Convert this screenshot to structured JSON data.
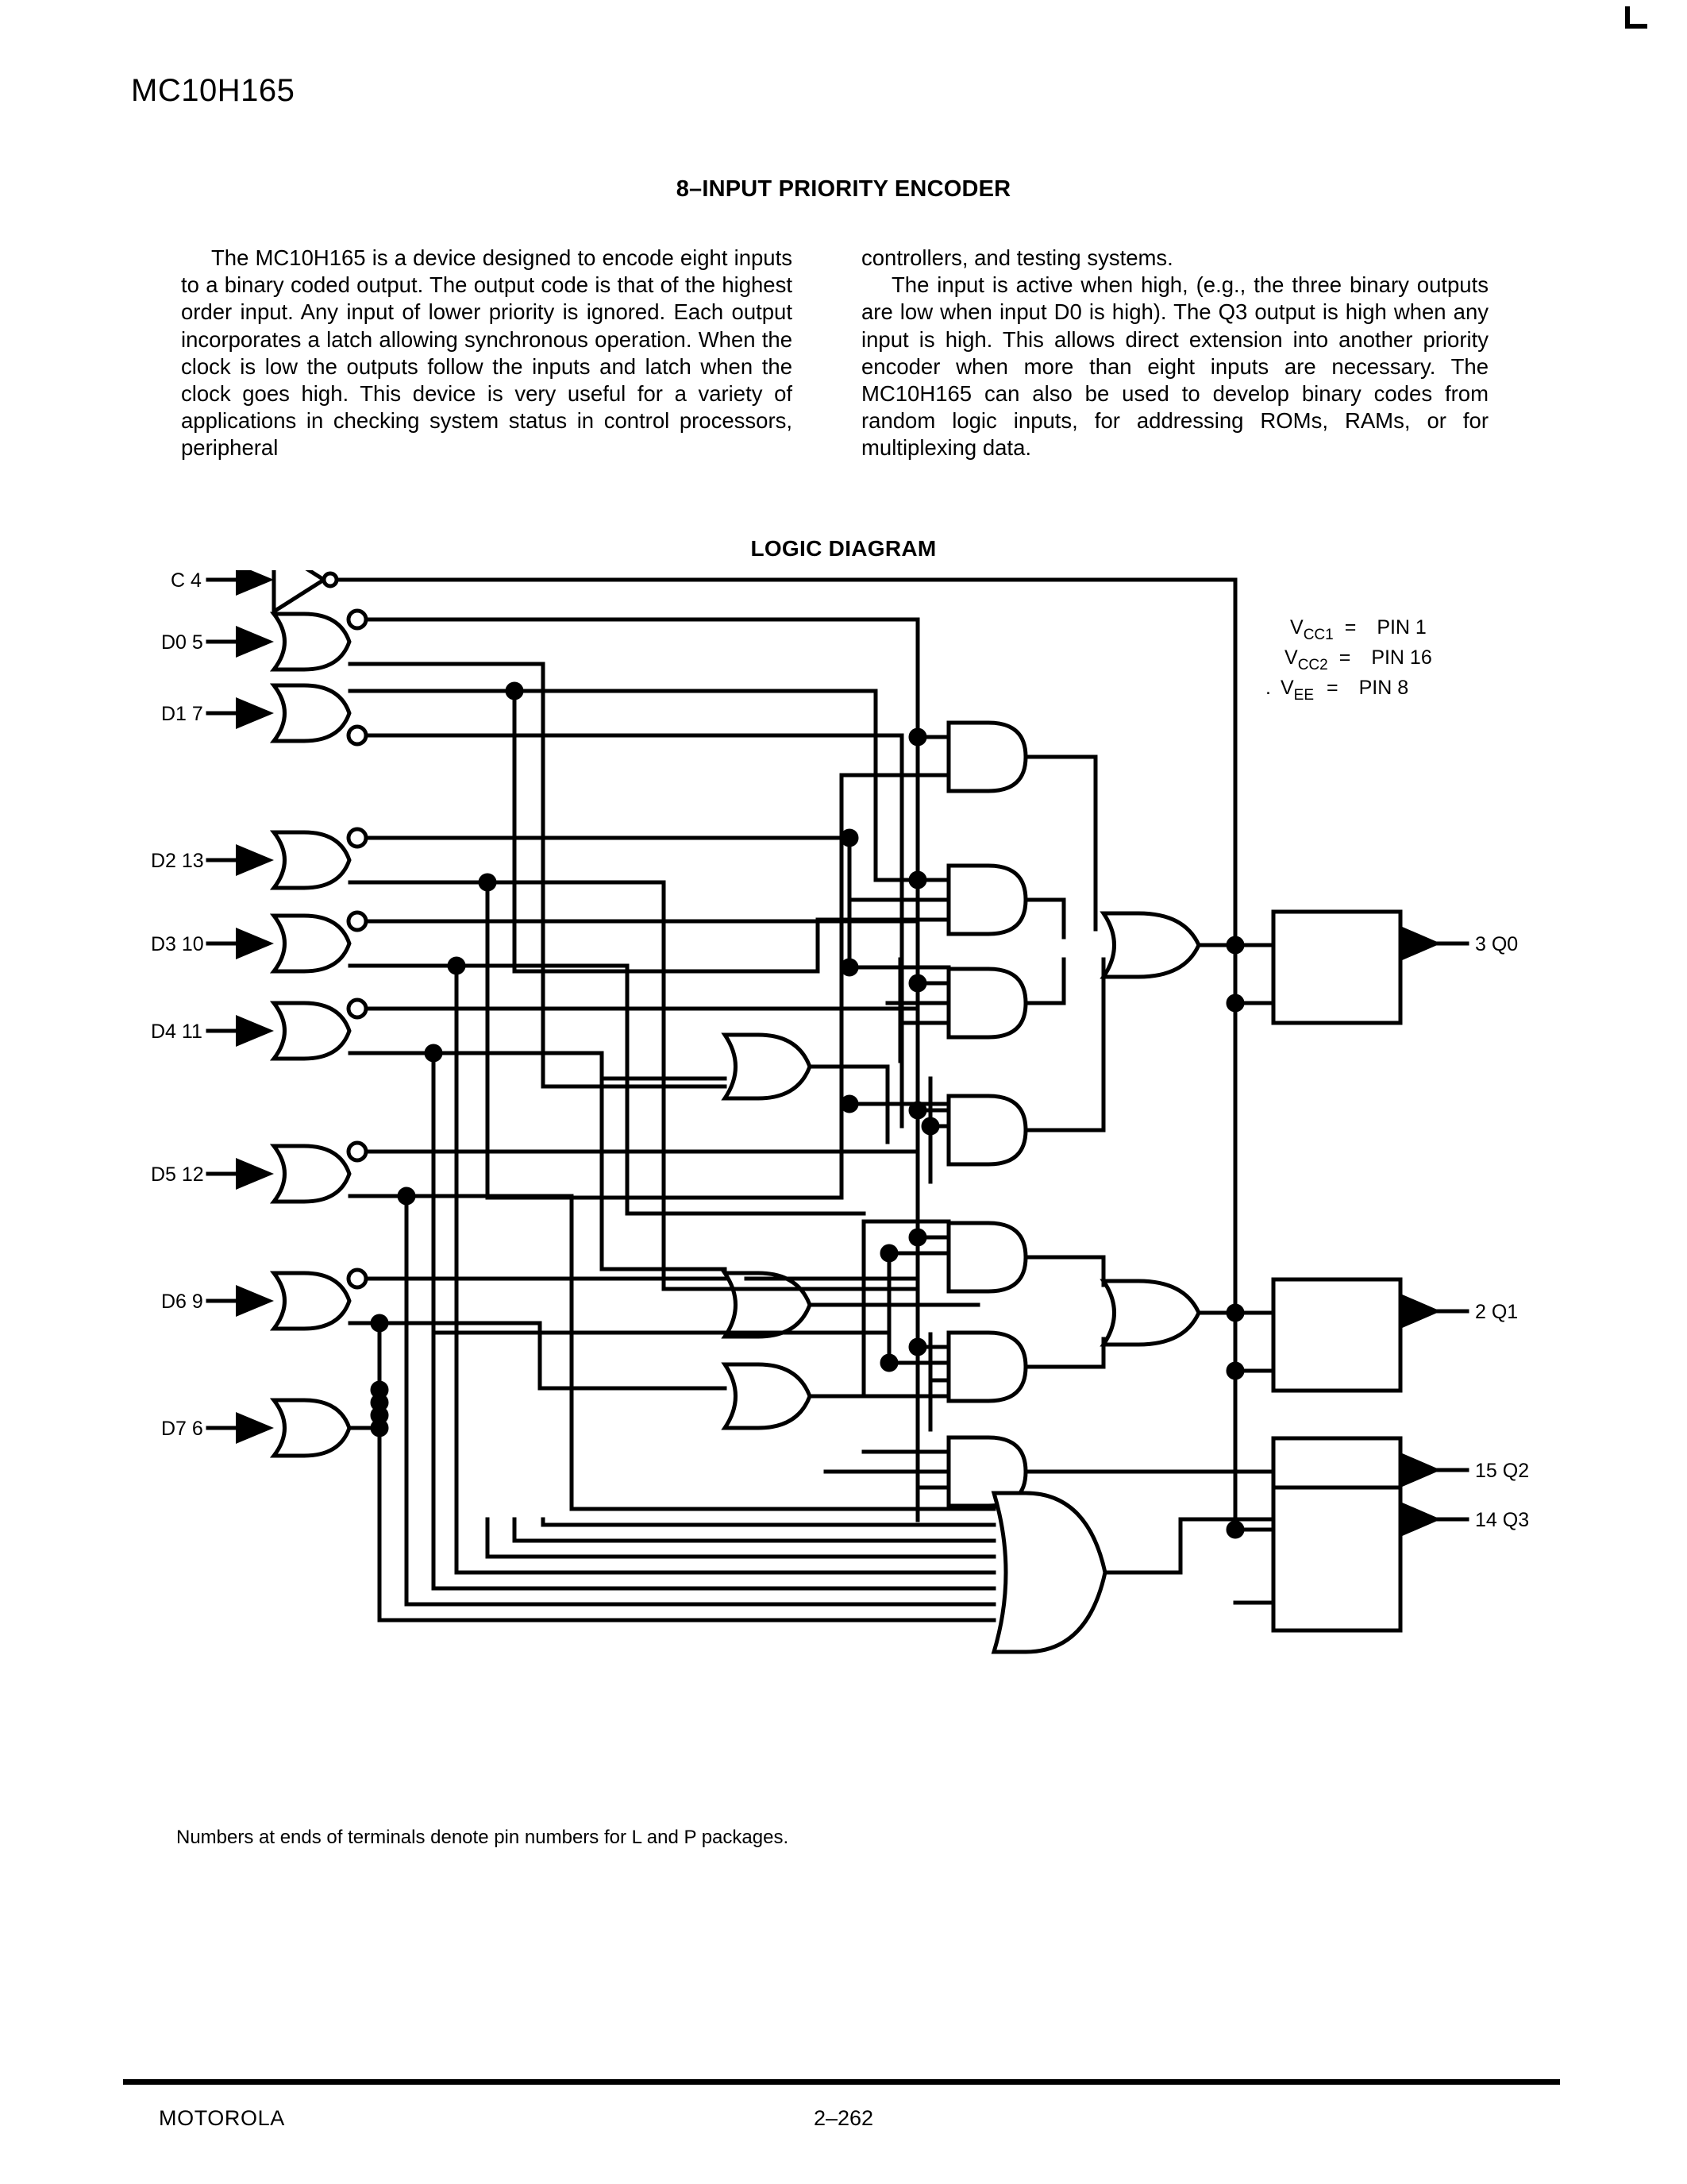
{
  "part_number": "MC10H165",
  "doc_title": "8–INPUT PRIORITY ENCODER",
  "body_left": [
    "The MC10H165 is a device designed to encode eight inputs to a binary coded output. The output code is that of the highest order input. Any input of lower priority is ignored. Each output incorporates a latch allowing synchronous operation. When the clock is low the outputs follow the inputs and latch when the clock goes high. This device is very useful for a variety of applications in checking system status in control processors, peripheral"
  ],
  "body_right": [
    "controllers, and testing systems.",
    "The input is active when high, (e.g., the three binary outputs are low when input D0 is high). The Q3 output is high when any input is high. This allows direct extension into another priority encoder when more than eight inputs are necessary. The MC10H165 can also be used to develop binary codes from random logic inputs, for addressing ROMs, RAMs, or for multiplexing data."
  ],
  "diagram": {
    "title": "LOGIC DIAGRAM",
    "note": "Numbers at ends of terminals denote pin numbers for L and P packages.",
    "inputs": [
      {
        "label": "C 4",
        "signal": "C",
        "pin": "4",
        "y": 0
      },
      {
        "label": "D0 5",
        "signal": "D0",
        "pin": "5",
        "y": 1
      },
      {
        "label": "D1 7",
        "signal": "D1",
        "pin": "7",
        "y": 2
      },
      {
        "label": "D2 13",
        "signal": "D2",
        "pin": "13",
        "y": 3
      },
      {
        "label": "D3 10",
        "signal": "D3",
        "pin": "10",
        "y": 4
      },
      {
        "label": "D4 11",
        "signal": "D4",
        "pin": "11",
        "y": 5
      },
      {
        "label": "D5 12",
        "signal": "D5",
        "pin": "12",
        "y": 6
      },
      {
        "label": "D6 9",
        "signal": "D6",
        "pin": "9",
        "y": 7
      },
      {
        "label": "D7 6",
        "signal": "D7",
        "pin": "6",
        "y": 8
      }
    ],
    "outputs": [
      {
        "label": "3 Q0",
        "signal": "Q0",
        "pin": "3"
      },
      {
        "label": "2 Q1",
        "signal": "Q1",
        "pin": "2"
      },
      {
        "label": "15 Q2",
        "signal": "Q2",
        "pin": "15"
      },
      {
        "label": "14 Q3",
        "signal": "Q3",
        "pin": "14"
      }
    ],
    "power": [
      {
        "name": "V",
        "sub": "CC1",
        "eq": "=",
        "pin": "PIN 1"
      },
      {
        "name": "V",
        "sub": "CC2",
        "eq": "=",
        "pin": "PIN 16"
      },
      {
        "name": "V",
        "sub": "EE",
        "eq": "=",
        "pin": "PIN 8"
      }
    ]
  },
  "footer": {
    "company": "MOTOROLA",
    "page": "2–262"
  }
}
